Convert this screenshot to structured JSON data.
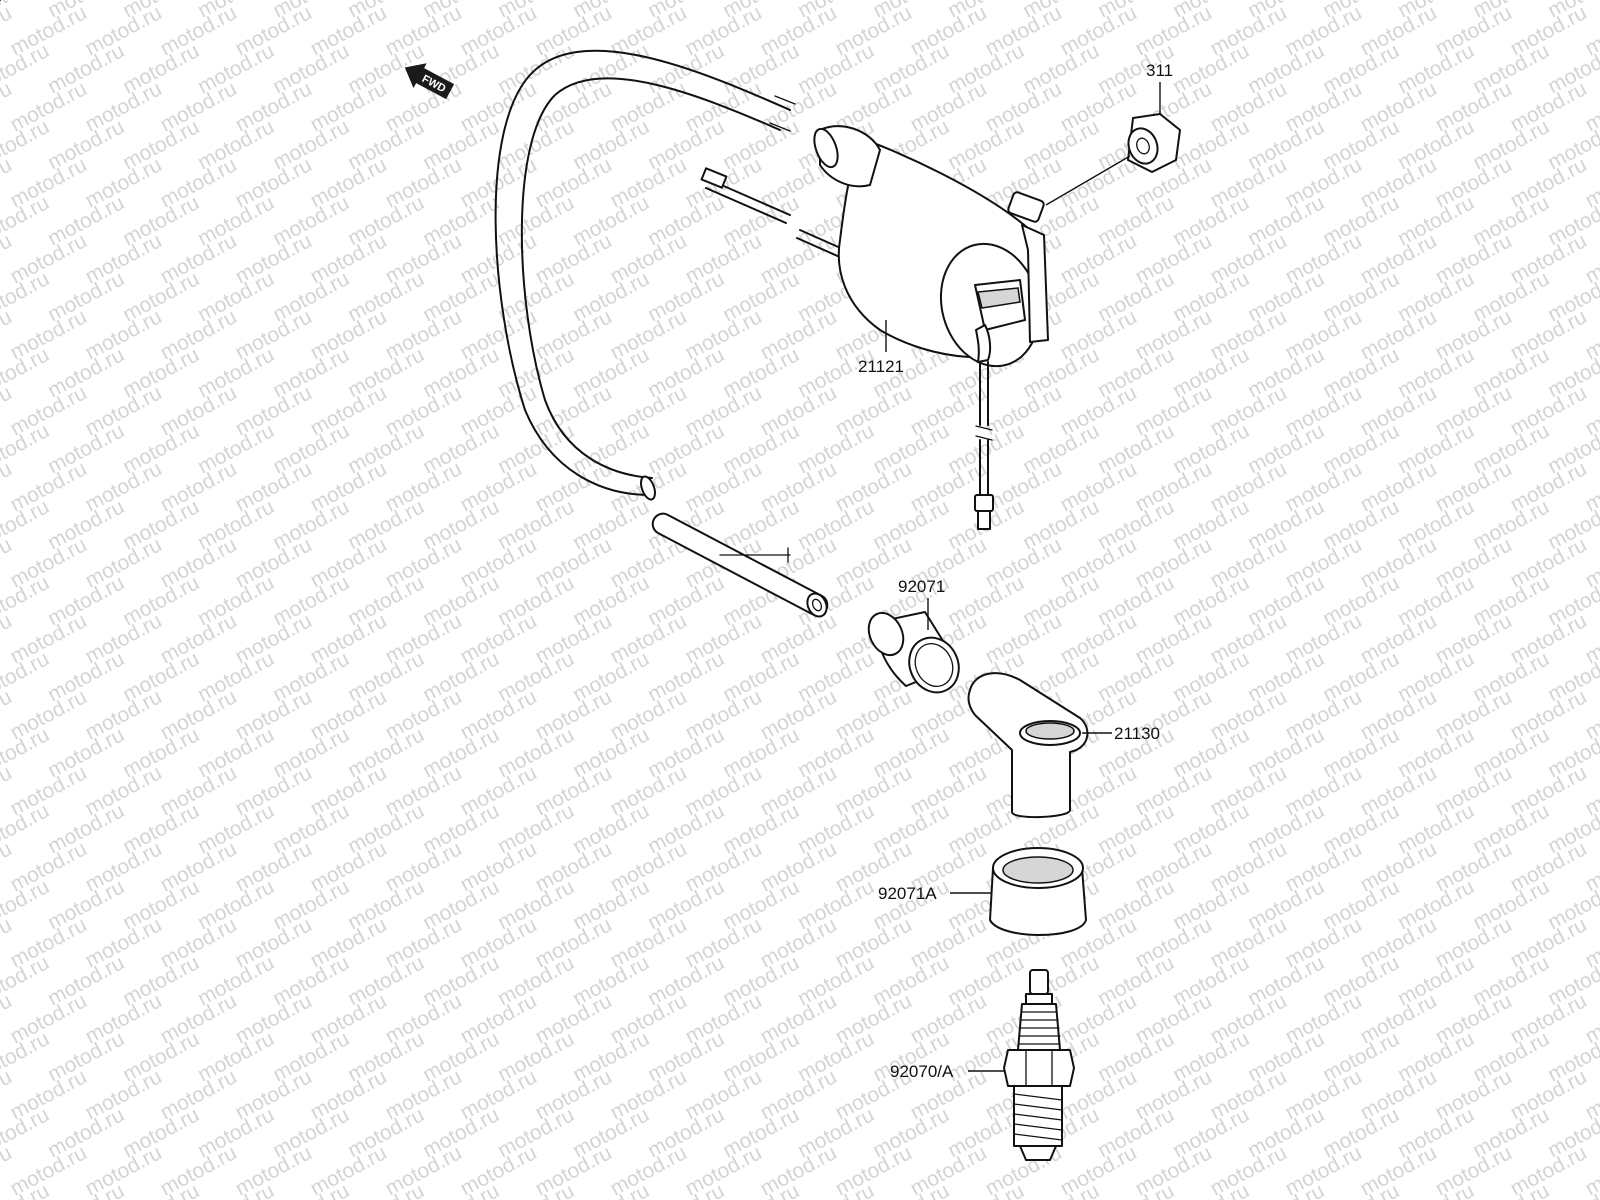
{
  "watermark": {
    "text": "motod.ru",
    "color": "#d4d4d4"
  },
  "direction_marker": {
    "text": "FWD",
    "icon": "forward-arrow-icon"
  },
  "parts": [
    {
      "id": "ignition-coil",
      "number": "21121"
    },
    {
      "id": "nut",
      "number": "311"
    },
    {
      "id": "cap-seal",
      "number": "92071"
    },
    {
      "id": "spark-plug-cap",
      "number": "21130"
    },
    {
      "id": "plug-cap-seal",
      "number": "92071A"
    },
    {
      "id": "spark-plug",
      "number": "92070/A"
    }
  ]
}
